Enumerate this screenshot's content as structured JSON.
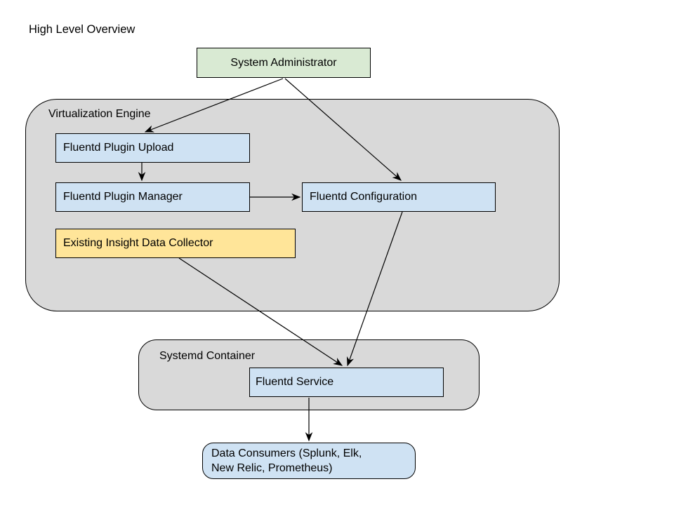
{
  "title": "High Level Overview",
  "colors": {
    "background": "#ffffff",
    "border": "#000000",
    "actor_green": "#d9ead3",
    "component_blue": "#cfe2f3",
    "legacy_yellow": "#ffe599",
    "container_gray": "#d9d9d9",
    "arrow": "#000000"
  },
  "groups": {
    "virtualization_engine": {
      "label": "Virtualization Engine"
    },
    "systemd_container": {
      "label": "Systemd Container"
    }
  },
  "nodes": {
    "system_administrator": {
      "label": "System Administrator",
      "color": "#d9ead3"
    },
    "fluentd_plugin_upload": {
      "label": "Fluentd Plugin Upload",
      "color": "#cfe2f3"
    },
    "fluentd_plugin_manager": {
      "label": "Fluentd Plugin Manager",
      "color": "#cfe2f3"
    },
    "fluentd_configuration": {
      "label": "Fluentd Configuration",
      "color": "#cfe2f3"
    },
    "existing_insight_data_collector": {
      "label": "Existing Insight Data Collector",
      "color": "#ffe599"
    },
    "fluentd_service": {
      "label": "Fluentd Service",
      "color": "#cfe2f3"
    },
    "data_consumers": {
      "label": "Data Consumers (Splunk, Elk, New Relic, Prometheus)",
      "line1": "Data Consumers (Splunk, Elk,",
      "line2": "New Relic, Prometheus)",
      "color": "#cfe2f3"
    }
  },
  "edges": [
    {
      "from": "System Administrator",
      "to": "Fluentd Plugin Upload"
    },
    {
      "from": "System Administrator",
      "to": "Fluentd Configuration"
    },
    {
      "from": "Fluentd Plugin Upload",
      "to": "Fluentd Plugin Manager"
    },
    {
      "from": "Fluentd Plugin Manager",
      "to": "Fluentd Configuration"
    },
    {
      "from": "Existing Insight Data Collector",
      "to": "Fluentd Service"
    },
    {
      "from": "Fluentd Configuration",
      "to": "Fluentd Service"
    },
    {
      "from": "Fluentd Service",
      "to": "Data Consumers (Splunk, Elk, New Relic, Prometheus)"
    }
  ]
}
